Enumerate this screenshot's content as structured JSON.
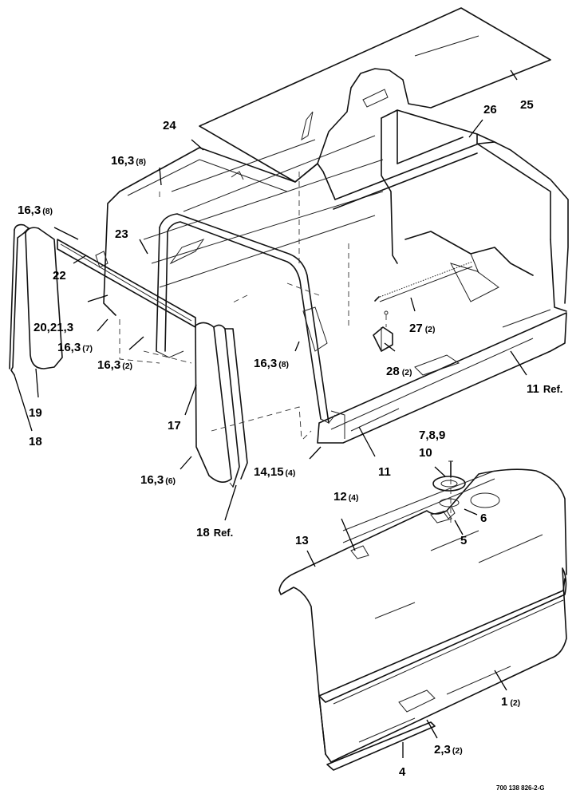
{
  "figure_code": "700 138 826-2-G",
  "callouts": [
    {
      "id": "c25",
      "text": "25",
      "qty": ""
    },
    {
      "id": "c26",
      "text": "26",
      "qty": ""
    },
    {
      "id": "c24",
      "text": "24",
      "qty": ""
    },
    {
      "id": "c16a",
      "text": "16,3",
      "qty": "(8)"
    },
    {
      "id": "c16b",
      "text": "16,3",
      "qty": "(8)"
    },
    {
      "id": "c23",
      "text": "23",
      "qty": ""
    },
    {
      "id": "c22",
      "text": "22",
      "qty": ""
    },
    {
      "id": "c20",
      "text": "20,21,3",
      "qty": ""
    },
    {
      "id": "c16c",
      "text": "16,3",
      "qty": "(7)"
    },
    {
      "id": "c16d",
      "text": "16,3",
      "qty": "(2)"
    },
    {
      "id": "c16e",
      "text": "16,3",
      "qty": "(8)"
    },
    {
      "id": "c27",
      "text": "27",
      "qty": "(2)"
    },
    {
      "id": "c28",
      "text": "28",
      "qty": "(2)"
    },
    {
      "id": "c11ref",
      "text": "11",
      "qty": "",
      "suffix": "Ref."
    },
    {
      "id": "c19",
      "text": "19",
      "qty": ""
    },
    {
      "id": "c18",
      "text": "18",
      "qty": ""
    },
    {
      "id": "c17",
      "text": "17",
      "qty": ""
    },
    {
      "id": "c16f",
      "text": "16,3",
      "qty": "(6)"
    },
    {
      "id": "c18ref",
      "text": "18",
      "qty": "",
      "suffix": "Ref."
    },
    {
      "id": "c14",
      "text": "14,15",
      "qty": "(4)"
    },
    {
      "id": "c11",
      "text": "11",
      "qty": ""
    },
    {
      "id": "c789",
      "text": "7,8,9",
      "qty": ""
    },
    {
      "id": "c10",
      "text": "10",
      "qty": ""
    },
    {
      "id": "c6",
      "text": "6",
      "qty": ""
    },
    {
      "id": "c5",
      "text": "5",
      "qty": ""
    },
    {
      "id": "c12",
      "text": "12",
      "qty": "(4)"
    },
    {
      "id": "c13",
      "text": "13",
      "qty": ""
    },
    {
      "id": "c1",
      "text": "1",
      "qty": "(2)"
    },
    {
      "id": "c2",
      "text": "2,3",
      "qty": "(2)"
    },
    {
      "id": "c4",
      "text": "4",
      "qty": ""
    }
  ]
}
